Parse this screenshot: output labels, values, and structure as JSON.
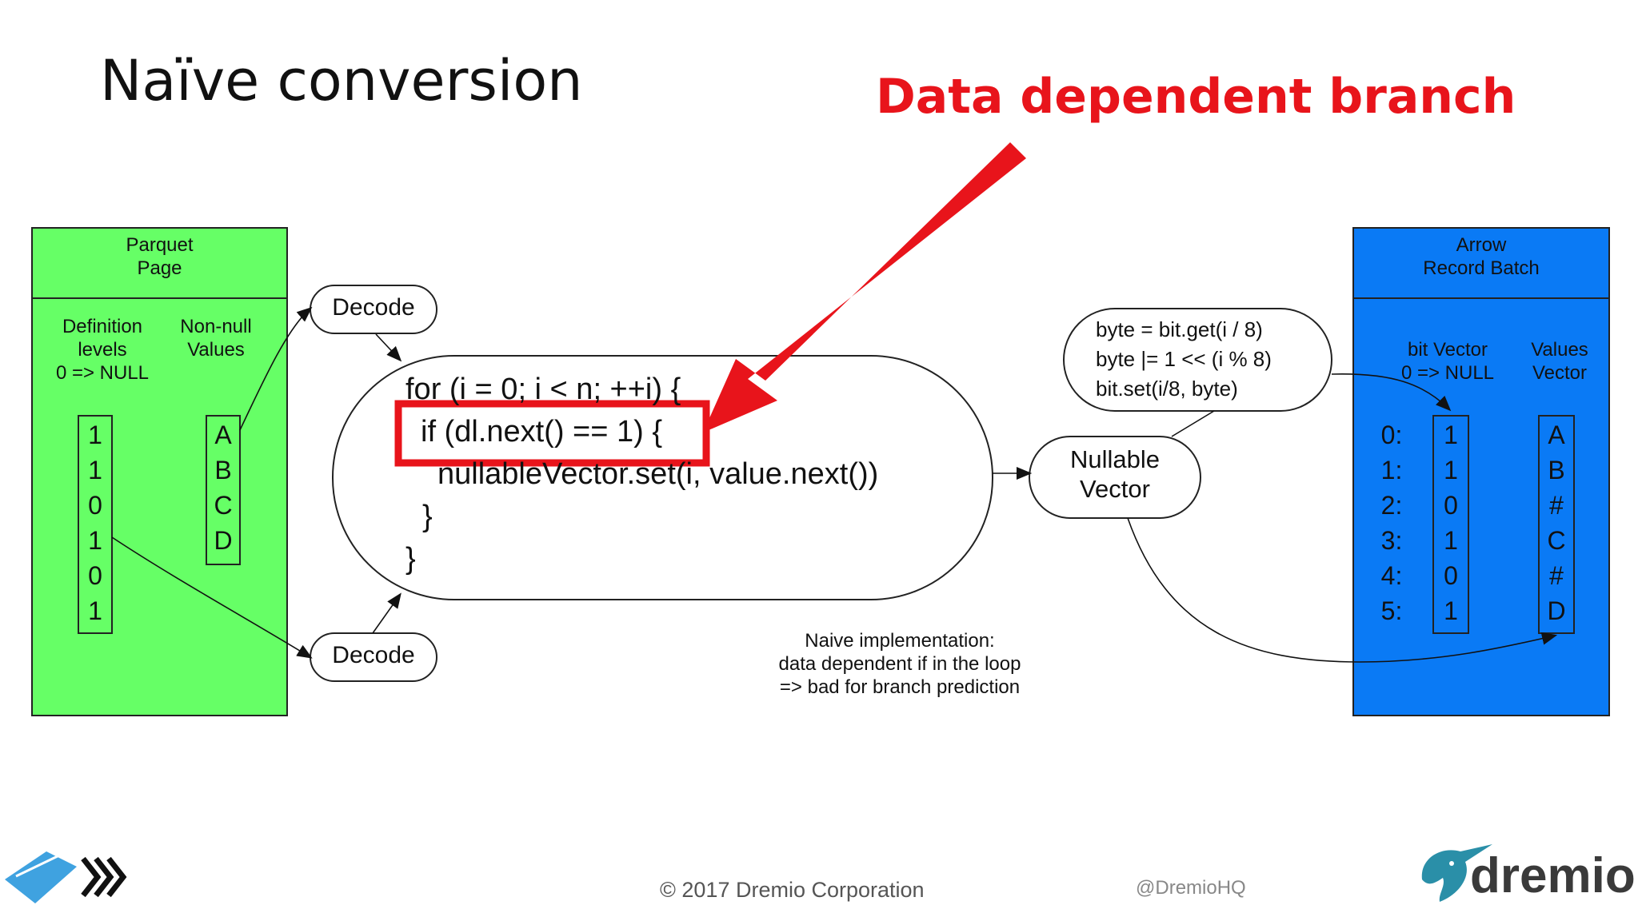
{
  "slide": {
    "title": "Naïve conversion",
    "callout": "Data dependent branch"
  },
  "parquet": {
    "header": "Parquet\nPage",
    "def_label": "Definition\nlevels\n0 => NULL",
    "nonnull_label": "Non-null\nValues",
    "def_levels": [
      "1",
      "1",
      "0",
      "1",
      "0",
      "1"
    ],
    "values": [
      "A",
      "B",
      "C",
      "D"
    ]
  },
  "decode_top": "Decode",
  "decode_bottom": "Decode",
  "loop_code": {
    "line1": "for (i = 0; i < n; ++i) {",
    "line2": "if (dl.next() == 1) {",
    "line3": "nullableVector.set(i, value.next())",
    "line4": "}",
    "line5": "}"
  },
  "bitset_code": {
    "line1": "byte = bit.get(i / 8)",
    "line2": "byte |= 1 << (i % 8)",
    "line3": "bit.set(i/8, byte)"
  },
  "nullable_vector": "Nullable\nVector",
  "note": "Naive implementation:\ndata dependent if in the loop\n=> bad for branch prediction",
  "arrow": {
    "header": "Arrow\nRecord Batch",
    "bit_label": "bit Vector\n0 => NULL",
    "values_label": "Values\nVector",
    "indices": [
      "0:",
      "1:",
      "2:",
      "3:",
      "4:",
      "5:"
    ],
    "bits": [
      "1",
      "1",
      "0",
      "1",
      "0",
      "1"
    ],
    "values": [
      "A",
      "B",
      "#",
      "C",
      "#",
      "D"
    ]
  },
  "footer": {
    "copyright": "© 2017 Dremio Corporation",
    "handle": "@DremioHQ",
    "logo_text": "dremio"
  },
  "colors": {
    "parquet_green": "#66ff66",
    "arrow_blue": "#0a7af5",
    "callout_red": "#e8141b"
  }
}
